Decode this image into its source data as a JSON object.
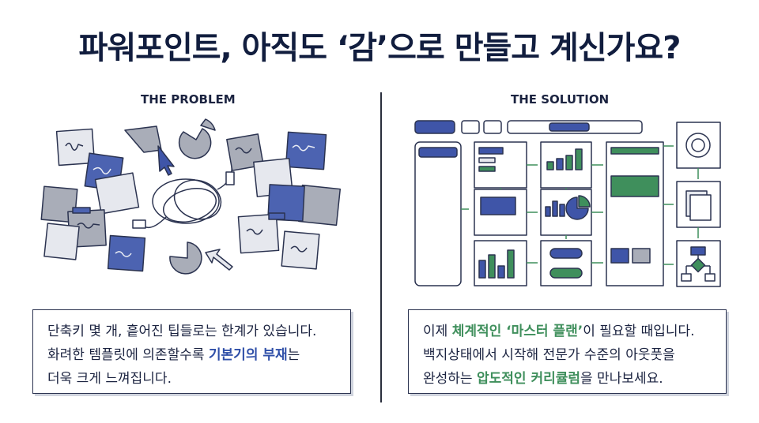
{
  "title": "파워포인트, 아직도 ‘감’으로 만들고 계신가요?",
  "problem": {
    "heading": "THE PROBLEM",
    "line1": "단축키 몇 개, 흩어진 팁들로는 한계가 있습니다.",
    "line2_pre": "화려한 템플릿에 의존할수록 ",
    "line2_highlight": "기본기의 부재",
    "line2_post": "는",
    "line3": "더욱 크게 느껴집니다."
  },
  "solution": {
    "heading": "THE SOLUTION",
    "line1_pre": "이제 ",
    "line1_highlight": "체계적인 ‘마스터 플랜’",
    "line1_post": "이 필요할 때입니다.",
    "line2": "백지상태에서 시작해 전문가 수준의 아웃풋을",
    "line3_pre": "완성하는 ",
    "line3_highlight": "압도적인 커리큘럼",
    "line3_post": "을 만나보세요."
  },
  "icons": [
    "gear-icon",
    "document-icon",
    "flowchart-icon",
    "cursor-arrow-icon",
    "tangled-cable-icon",
    "broken-pie-icon"
  ],
  "colors": {
    "navy": "#111d3e",
    "blue": "#3f55a8",
    "green": "#3f8f5c",
    "gray": "#a9adb8"
  }
}
